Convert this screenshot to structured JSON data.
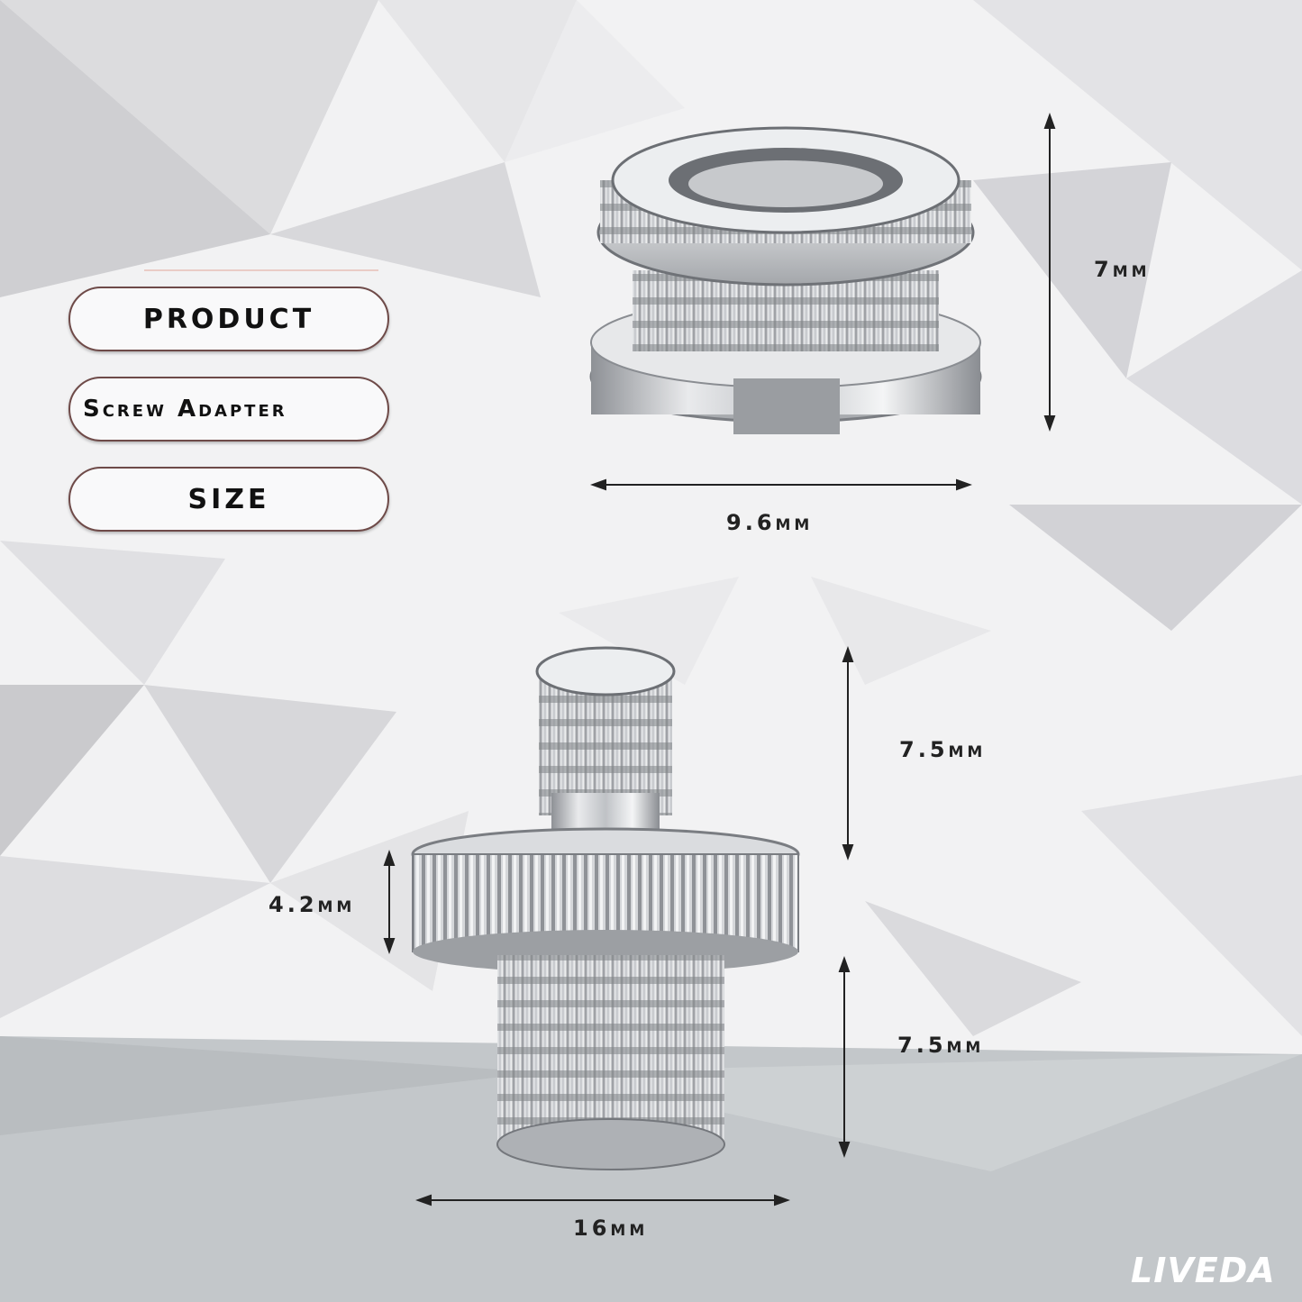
{
  "labels": {
    "product": "PRODUCT",
    "name": "Screw Adapter",
    "size": "SIZE"
  },
  "dimensions": {
    "top_height": "7mm",
    "top_width": "9.6mm",
    "upper_thread": "7.5mm",
    "knob_height": "4.2mm",
    "lower_thread": "7.5mm",
    "bottom_width": "16mm"
  },
  "brand": "LIVEDA",
  "colors": {
    "pill_border": "#6e4a48",
    "metal": "#c9cbce",
    "footer_band": "#c3c7ca"
  },
  "icons": [
    "female-adapter-image",
    "double-male-screw-image"
  ]
}
